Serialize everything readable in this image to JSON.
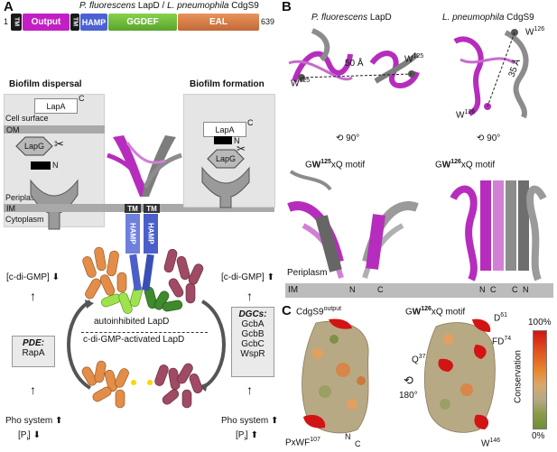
{
  "panels": {
    "a": "A",
    "b": "B",
    "c": "C"
  },
  "panel_a": {
    "title_left": "P. fluorescens",
    "title_mid": " LapD / ",
    "title_right": "L. pneumophila",
    "title_end": " CdgS9",
    "domains": {
      "start": "1",
      "tm1": "TM",
      "output": "Output",
      "tm2": "TM",
      "hamp": "HAMP",
      "ggdef": "GGDEF",
      "eal": "EAL",
      "end": "639"
    },
    "biofilm_dispersal": "Biofilm dispersal",
    "biofilm_formation": "Biofilm formation",
    "lapa_left": "LapA",
    "lapa_right": "LapA",
    "lapg_left": "LapG",
    "lapg_right": "LapG",
    "c_term": "C",
    "n_term": "N",
    "cell_surface": "Cell surface",
    "om": "OM",
    "periplasm": "Periplasm",
    "im": "IM",
    "cytoplasm": "Cytoplasm",
    "tm_left": "TM",
    "tm_right": "TM",
    "hamp_left": "HAMP",
    "hamp_right": "HAMP",
    "cdigmp_left": "[c-di-GMP]",
    "cdigmp_right": "[c-di-GMP]",
    "arrow_down": "⬇",
    "arrow_up": "⬆",
    "pde_label": "PDE:",
    "pde_item": "RapA",
    "autoinhibited": "autoinhibited LapD",
    "activated": "c-di-GMP-activated LapD",
    "dgcs_label": "DGCs:",
    "dgcs": [
      "GcbA",
      "GcbB",
      "GcbC",
      "WspR"
    ],
    "pho_left": "Pho system",
    "pho_right": "Pho system",
    "pi_left": "[P",
    "pi_right": "[P",
    "pi_sub": "i",
    "pi_close": "]"
  },
  "panel_b": {
    "left_title": "P. fluorescens",
    "left_title_end": " LapD",
    "right_title": "L. pneumophila",
    "right_title_end": " CdgS9",
    "w125_right": "W",
    "w125_sup": "125",
    "w125_left": "W",
    "distance_left": "50 Å",
    "distance_right": "35 Å",
    "w126_top": "W",
    "w126_sup": "126",
    "w126_bottom": "W",
    "rot_left": "90°",
    "rot_right": "90°",
    "motif_left_pre": "G",
    "motif_left_w": "W",
    "motif_left_post": "xQ motif",
    "motif_right_pre": "G",
    "motif_right_w": "W",
    "motif_right_post": "xQ motif",
    "periplasm": "Periplasm",
    "im": "IM",
    "n1": "N",
    "c1": "C",
    "n2": "N",
    "c2": "C",
    "c3": "C",
    "n3": "N"
  },
  "panel_c": {
    "title": "CdgS9",
    "title_sup": "output",
    "motif_pre": "G",
    "motif_w": "W",
    "motif_sup": "126",
    "motif_post": "xQ motif",
    "d61": "D",
    "d61_sup": "61",
    "fd74": "FD",
    "fd74_sup": "74",
    "q37": "Q",
    "q37_sup": "37",
    "rot": "180°",
    "pxwf": "PxWF",
    "pxwf_sup": "107",
    "n": "N",
    "c": "C",
    "w146": "W",
    "w146_sup": "146",
    "scale_top": "100%",
    "scale_bottom": "0%",
    "scale_label": "Conservation"
  },
  "colors": {
    "tm": "#1a1a1a",
    "output": "#c21fc4",
    "hamp": "#4b61d1",
    "ggdef": "#6fbf3a",
    "eal": "#d9824a",
    "magenta": "#b62dbd",
    "gray": "#7d7d7d"
  }
}
